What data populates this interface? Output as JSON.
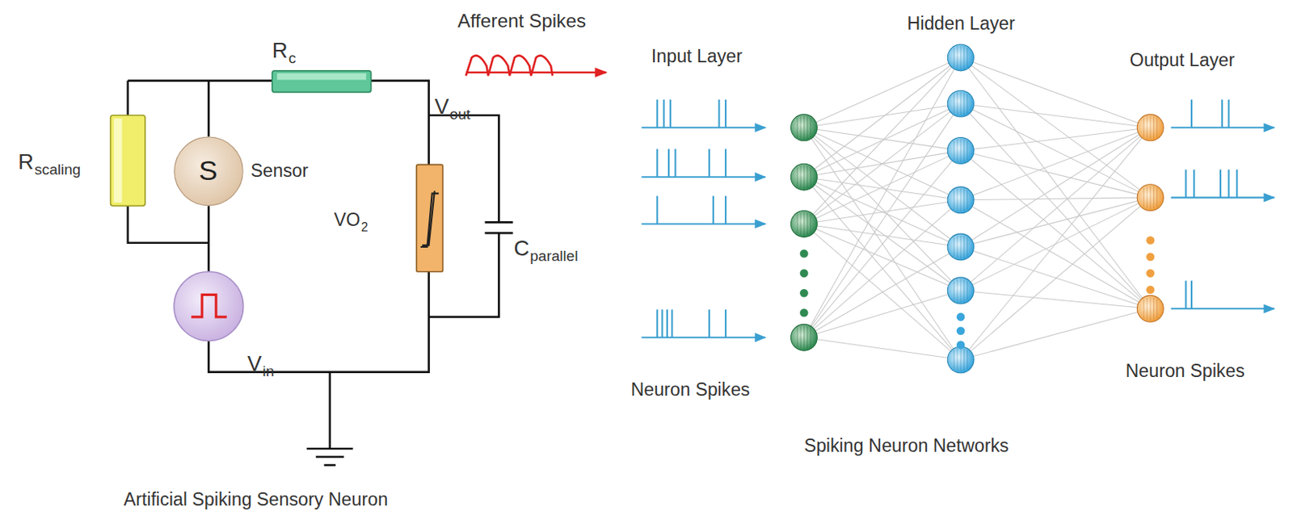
{
  "diagram": {
    "nodes": [
      {
        "text": [
          "S",
          "Sensor"
        ]
      }
    ],
    "labels": [
      "Afferent Spikes",
      "R",
      "c",
      "R",
      "scaling",
      "V",
      "out",
      "VO",
      "2",
      "C",
      "parallel",
      "V",
      "in",
      "Artificial Spiking Sensory Neuron",
      "Input Layer",
      "Hidden Layer",
      "Output Layer",
      "Neuron Spikes",
      "Spiking Neuron Networks",
      "Neuron Spikes"
    ]
  }
}
